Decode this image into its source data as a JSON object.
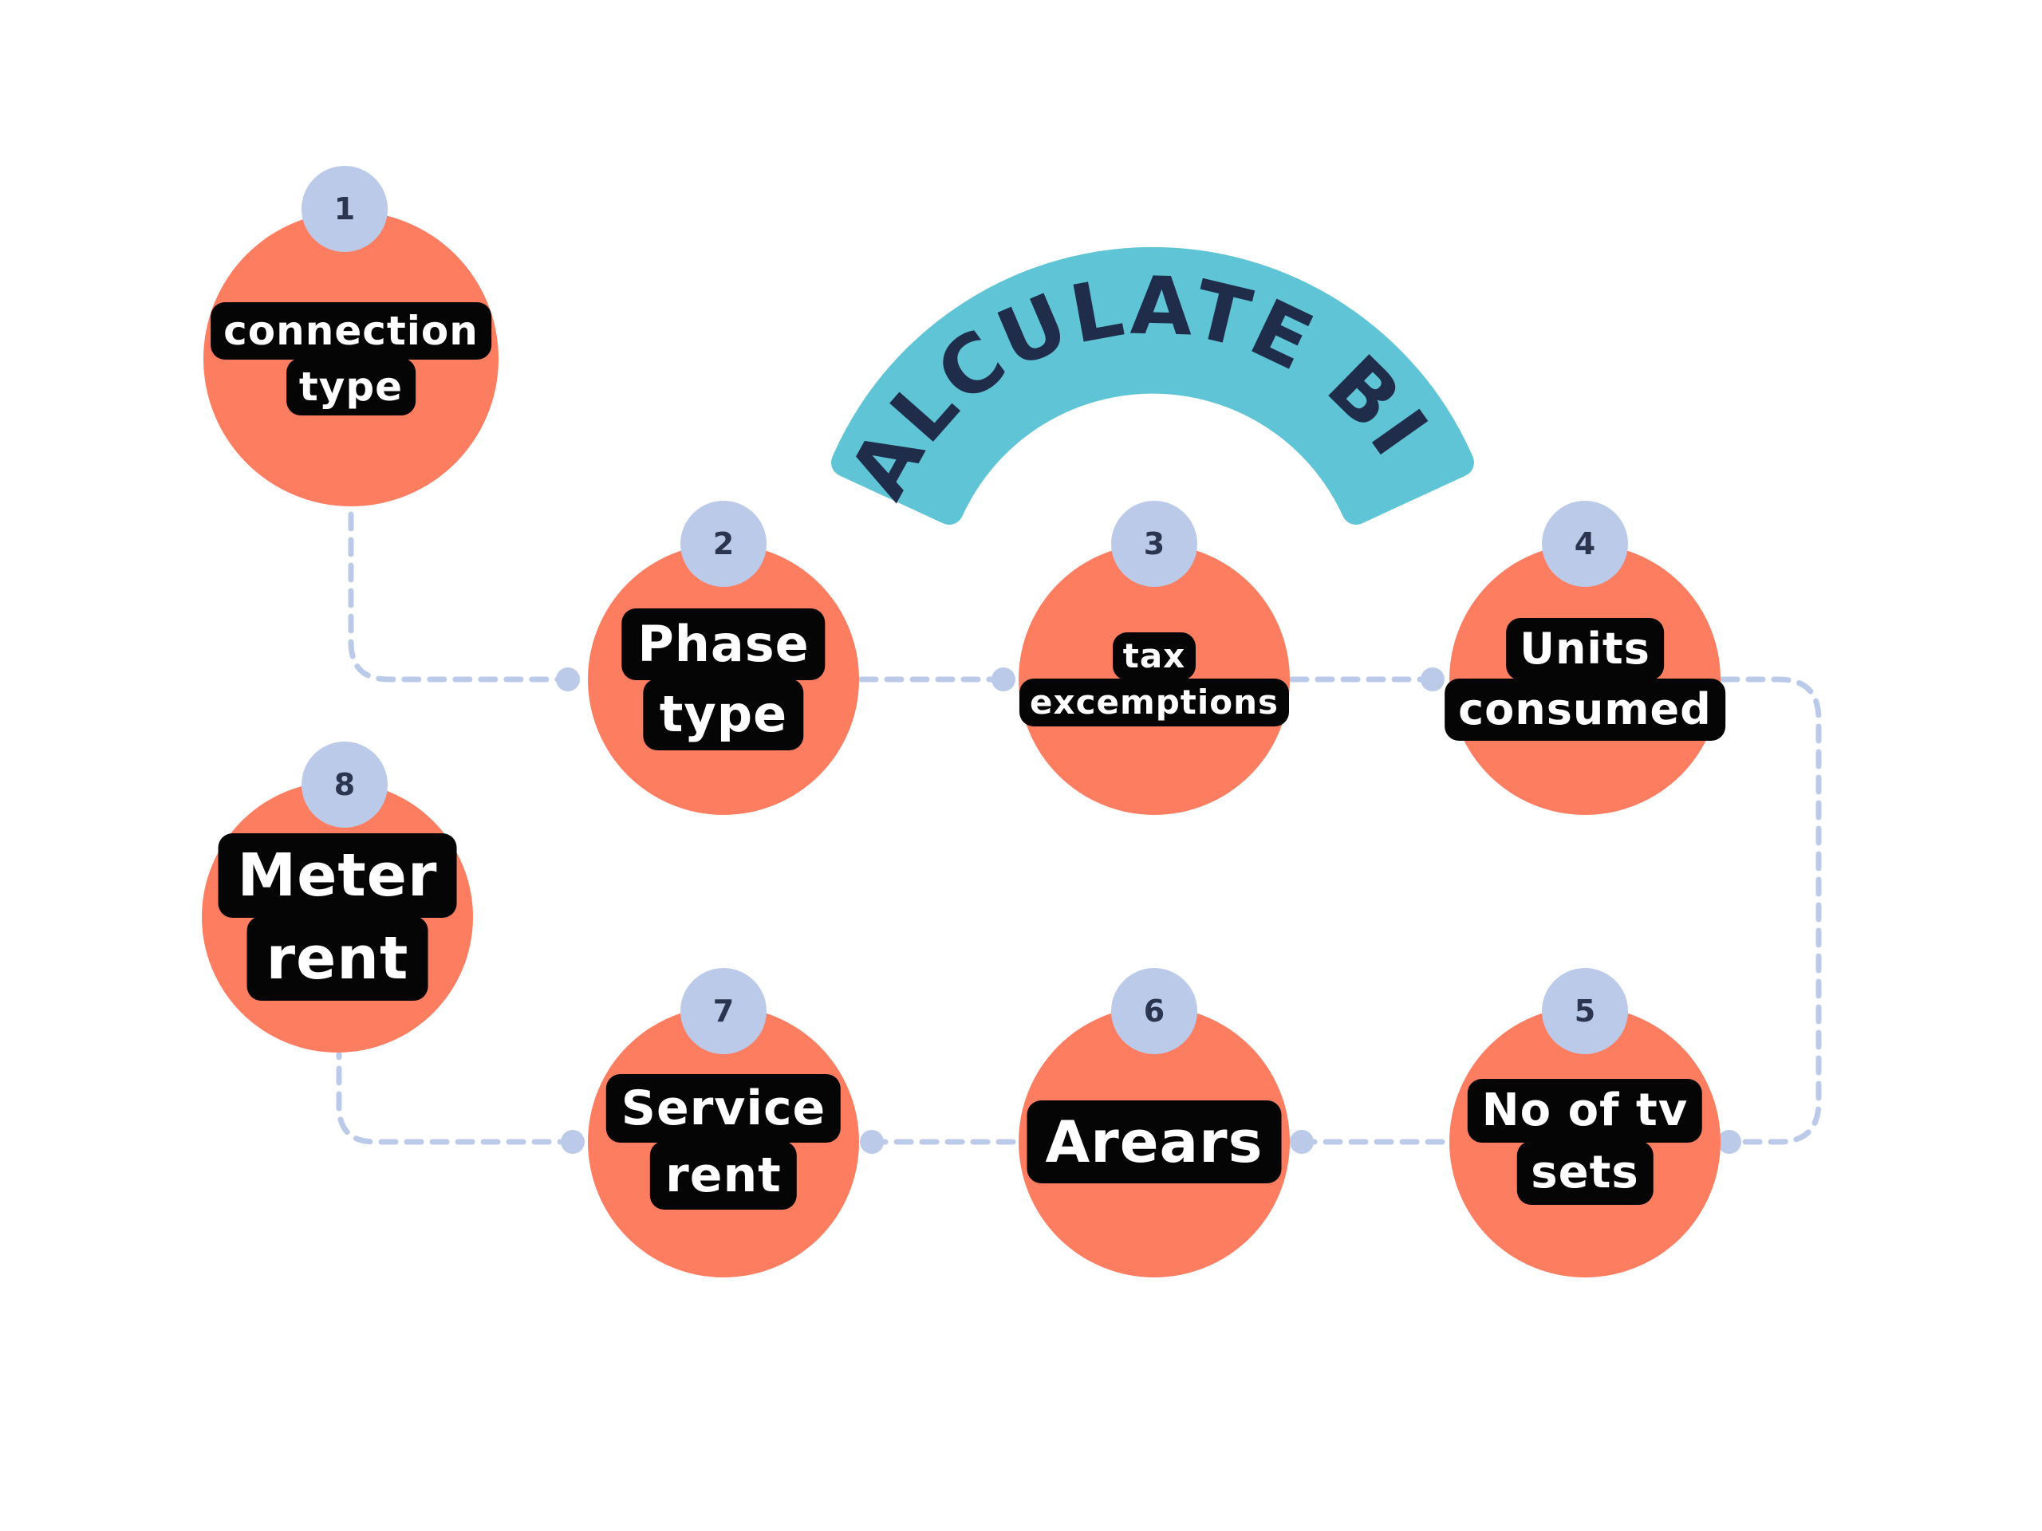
{
  "title": "CALCULATE BILL",
  "colors": {
    "circle": "#fd7d60",
    "badge": "#bccaea",
    "badge_text": "#2c3550",
    "label_bg": "#050505",
    "label_text": "#ffffff",
    "connector": "#bccaea",
    "arc": "#5fc5d6",
    "arc_text": "#1f2d4a"
  },
  "steps": [
    {
      "number": "1",
      "lines": [
        "connection",
        "type"
      ]
    },
    {
      "number": "2",
      "lines": [
        "Phase",
        "type"
      ]
    },
    {
      "number": "3",
      "lines": [
        "tax",
        "excemptions"
      ]
    },
    {
      "number": "4",
      "lines": [
        "Units",
        "consumed"
      ]
    },
    {
      "number": "5",
      "lines": [
        "No of tv",
        "sets"
      ]
    },
    {
      "number": "6",
      "lines": [
        "Arears"
      ]
    },
    {
      "number": "7",
      "lines": [
        "Service",
        "rent"
      ]
    },
    {
      "number": "8",
      "lines": [
        "Meter",
        "rent"
      ]
    }
  ]
}
